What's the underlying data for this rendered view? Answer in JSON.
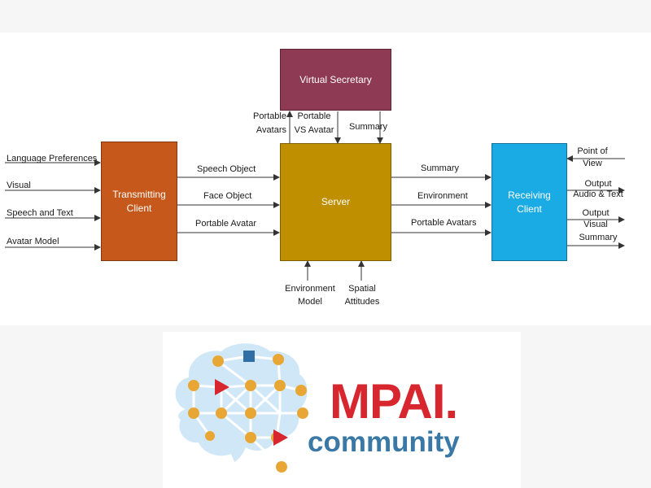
{
  "colors": {
    "virtual_secretary": "#8e3a55",
    "transmitting_client": "#c5581a",
    "server": "#bf8f00",
    "receiving_client": "#1aabe5",
    "logo_red": "#d7262e",
    "logo_blue": "#3a79a6",
    "node_orange": "#e8a735",
    "node_square": "#2f6fa6"
  },
  "boxes": {
    "virtual_secretary": "Virtual Secretary",
    "transmitting_client": [
      "Transmitting",
      "Client"
    ],
    "server": "Server",
    "receiving_client": [
      "Receiving",
      "Client"
    ]
  },
  "inputs_left": [
    "Language Preferences",
    "Visual",
    "Speech and Text",
    "Avatar Model"
  ],
  "tc_to_server": [
    "Speech Object",
    "Face Object",
    "Portable Avatar"
  ],
  "server_to_rc": [
    "Summary",
    "Environment",
    "Portable Avatars"
  ],
  "vs_links": {
    "portable_avatars": [
      "Portable",
      "Avatars"
    ],
    "portable_vs_avatar": [
      "Portable",
      "VS Avatar"
    ],
    "summary": "Summary"
  },
  "server_bottom": {
    "environment_model": [
      "Environment",
      "Model"
    ],
    "spatial_attitudes": [
      "Spatial",
      "Attitudes"
    ]
  },
  "rc_right": {
    "point_of_view": [
      "Point of",
      "View"
    ],
    "output_audio_text": [
      "Output",
      "Audio & Text"
    ],
    "output_visual": [
      "Output",
      "Visual"
    ],
    "summary": "Summary"
  },
  "logo": {
    "name": "MPAI.",
    "tagline": "community"
  }
}
